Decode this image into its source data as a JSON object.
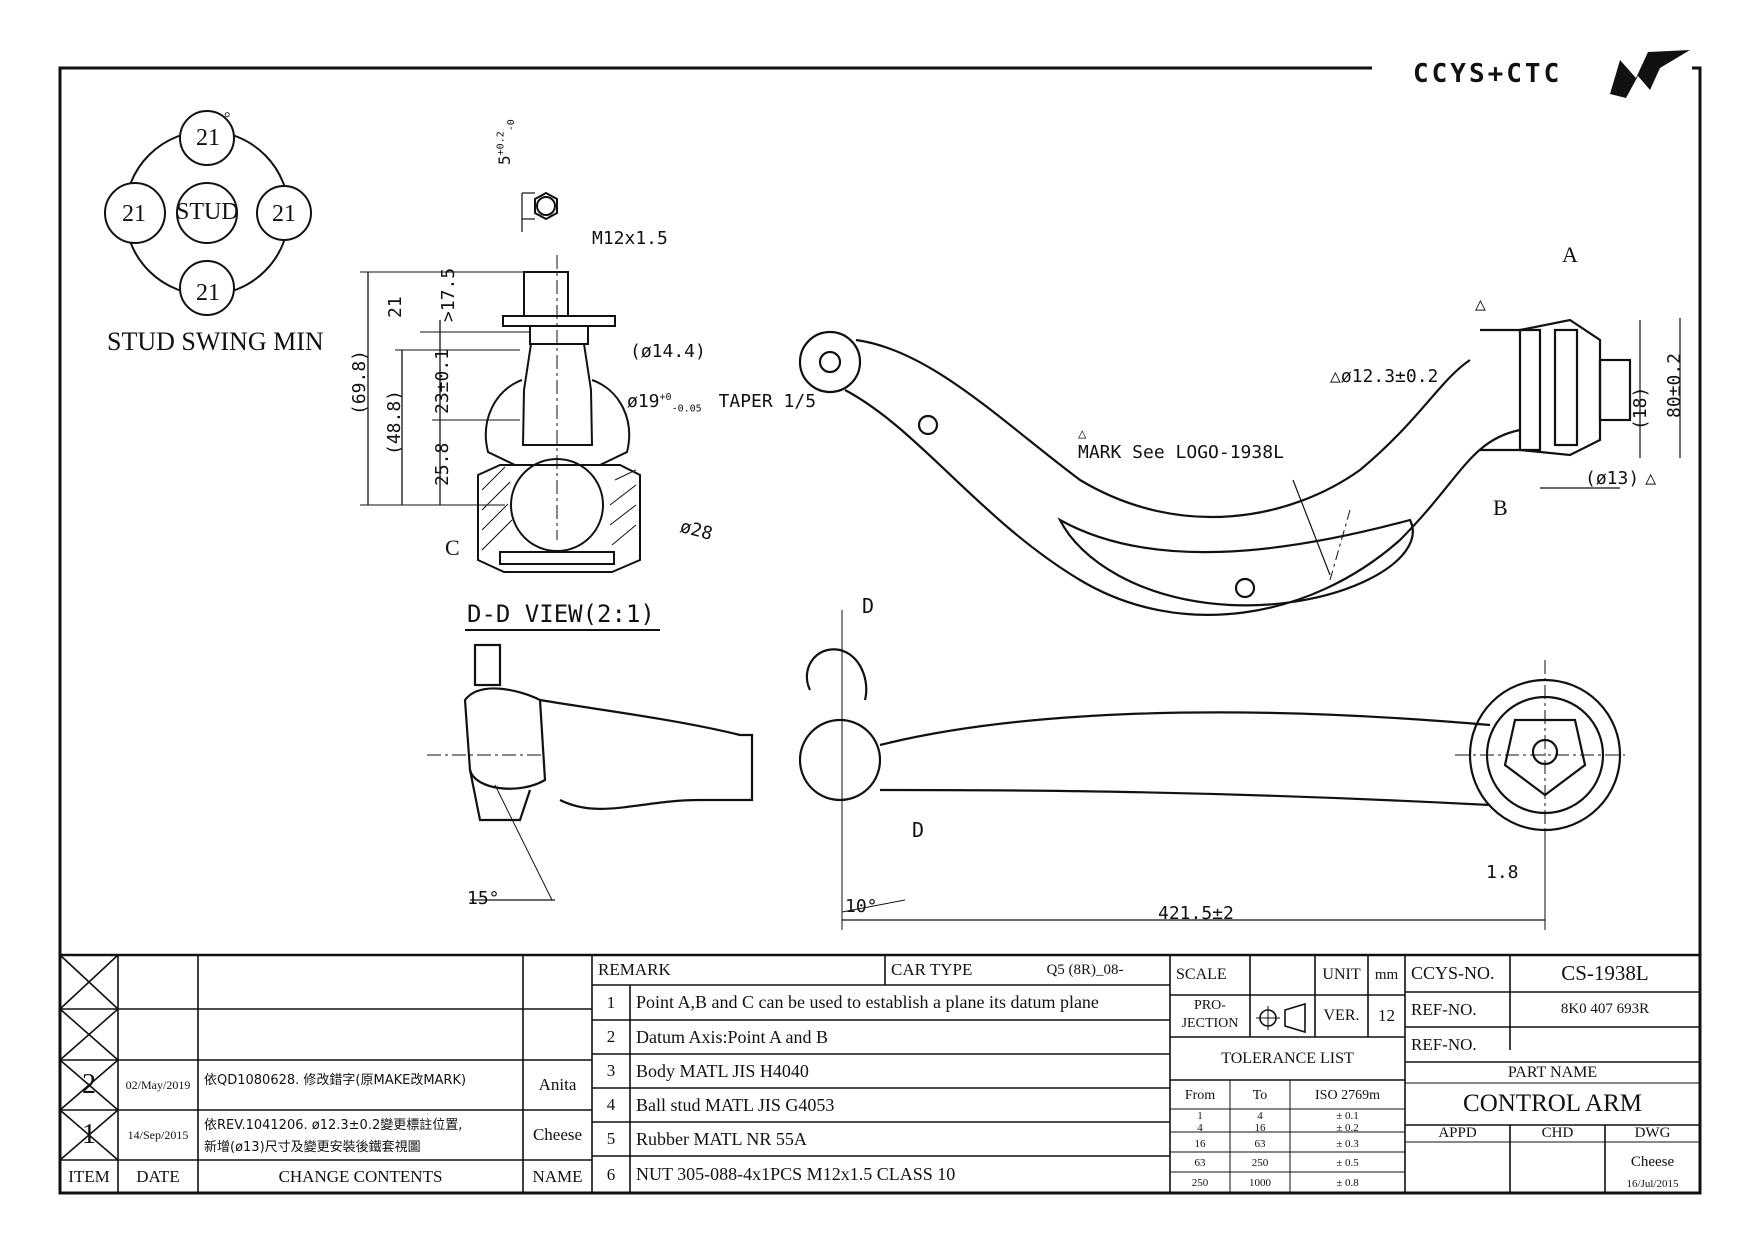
{
  "logo": {
    "text": "CCYS+CTC"
  },
  "stud_swing": {
    "top": "21",
    "left": "21",
    "center": "STUD",
    "right": "21",
    "bottom": "21",
    "degree": "°",
    "caption": "STUD SWING MIN"
  },
  "ball_joint_section": {
    "nut_tol": "5",
    "nut_tol_up": "+0.2",
    "nut_tol_low": "-0",
    "thread": "M12x1.5",
    "dim_21": "21",
    "dim_17_5": ">17.5",
    "dim_69_8": "(69.8)",
    "dim_48_8": "(48.8)",
    "dim_23": "23±0.1",
    "dim_25_8": "25.8",
    "dia_14_4": "(ø14.4)",
    "dia_19": "ø19",
    "dia_19_tol_up": "+0",
    "dia_19_tol_low": "-0.05",
    "taper": "TAPER 1/5",
    "dia_28": "ø28",
    "point_c": "C",
    "view_title": "D-D VIEW(2:1)"
  },
  "top_view": {
    "point_a": "A",
    "point_b": "B",
    "dia_12_3": "ø12.3±0.2",
    "dim_80": "80±0.2",
    "dim_18": "(18)",
    "dia_13": "(ø13)",
    "mark_note": "MARK See LOGO-1938L",
    "triangle": "△"
  },
  "side_views": {
    "angle_15": "15°",
    "angle_10": "10°",
    "section_d": "D",
    "dim_1_8": "1.8",
    "dim_421_5": "421.5±2"
  },
  "revisions": {
    "rows": [
      {
        "item": "",
        "date": "",
        "content": "",
        "name": ""
      },
      {
        "item": "",
        "date": "",
        "content": "",
        "name": ""
      },
      {
        "item": "2",
        "date": "02/May/2019",
        "content": "依QD1080628. 修改錯字(原MAKE改MARK)",
        "name": "Anita"
      },
      {
        "item": "1",
        "date": "14/Sep/2015",
        "content": "依REV.1041206. ø12.3±0.2變更標註位置,",
        "content2": "新增(ø13)尺寸及變更安裝後鐵套視圖",
        "name": "Cheese"
      }
    ],
    "headers": {
      "item": "ITEM",
      "date": "DATE",
      "content": "CHANGE CONTENTS",
      "name": "NAME"
    }
  },
  "remarks": {
    "title": "REMARK",
    "car_type_label": "CAR TYPE",
    "car_type": "Q5 (8R)_08-",
    "items": [
      {
        "no": "1",
        "text": "Point A,B and C can be used to establish a plane its datum plane"
      },
      {
        "no": "2",
        "text": "Datum Axis:Point A and B"
      },
      {
        "no": "3",
        "text": "Body MATL JIS H4040"
      },
      {
        "no": "4",
        "text": "Ball stud MATL JIS G4053"
      },
      {
        "no": "5",
        "text": "Rubber MATL NR 55A"
      },
      {
        "no": "6",
        "text": "NUT 305-088-4x1PCS M12x1.5 CLASS 10"
      }
    ]
  },
  "spec": {
    "scale_label": "SCALE",
    "unit_label": "UNIT",
    "unit": "mm",
    "projection_label1": "PRO-",
    "projection_label2": "JECTION",
    "ver_label": "VER.",
    "ver": "12",
    "tolerance_title": "TOLERANCE LIST",
    "tol_headers": {
      "from": "From",
      "to": "To",
      "iso": "ISO 2769m"
    },
    "tolerances": [
      {
        "from": "1",
        "to": "4",
        "tol": "± 0.1"
      },
      {
        "from": "4",
        "to": "16",
        "tol": "± 0.2"
      },
      {
        "from": "16",
        "to": "63",
        "tol": "± 0.3"
      },
      {
        "from": "63",
        "to": "250",
        "tol": "± 0.5"
      },
      {
        "from": "250",
        "to": "1000",
        "tol": "± 0.8"
      }
    ]
  },
  "title_block": {
    "ccys_no_label": "CCYS-NO.",
    "ccys_no": "CS-1938L",
    "ref_no_label": "REF-NO.",
    "ref_no": "8K0 407 693R",
    "ref_no_label2": "REF-NO.",
    "ref_no2": "",
    "part_name_label": "PART NAME",
    "part_name": "CONTROL ARM",
    "appd": "APPD",
    "chd": "CHD",
    "dwg": "DWG",
    "drawn_by": "Cheese",
    "date": "16/Jul/2015"
  }
}
